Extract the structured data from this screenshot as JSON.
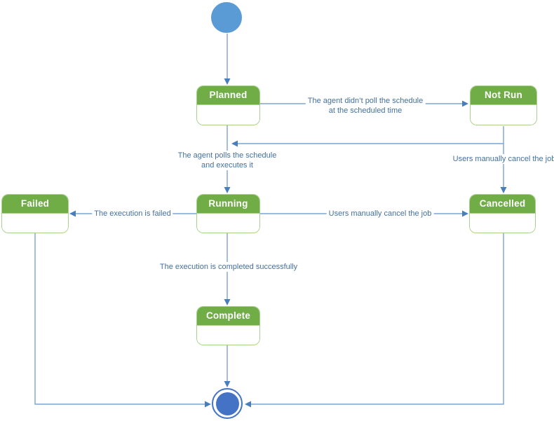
{
  "diagram_type": "uml-state-machine",
  "states": {
    "planned": "Planned",
    "not_run": "Not Run",
    "running": "Running",
    "failed": "Failed",
    "cancelled": "Cancelled",
    "complete": "Complete"
  },
  "nodes": {
    "initial": "initial-state",
    "final": "final-state"
  },
  "transitions": {
    "start_planned": {
      "from": "start",
      "to": "Planned"
    },
    "planned_not_run": {
      "from": "Planned",
      "to": "Not Run",
      "label_line1": "The agent didn’t poll the schedule",
      "label_line2": "at the scheduled time"
    },
    "planned_running": {
      "from": "Planned",
      "to": "Running",
      "label_line1": "The agent polls the schedule",
      "label_line2": "and executes it"
    },
    "not_run_running_join": {
      "from": "Not Run",
      "to": "Planned-Running connector"
    },
    "not_run_cancelled": {
      "from": "Not Run",
      "to": "Cancelled",
      "label": "Users manually cancel the job"
    },
    "running_failed": {
      "from": "Running",
      "to": "Failed",
      "label": "The execution is failed"
    },
    "running_cancelled": {
      "from": "Running",
      "to": "Cancelled",
      "label": "Users manually cancel the job"
    },
    "running_complete": {
      "from": "Running",
      "to": "Complete",
      "label": "The execution is completed successfully"
    },
    "complete_end": {
      "from": "Complete",
      "to": "end"
    },
    "failed_end": {
      "from": "Failed",
      "to": "end"
    },
    "cancelled_end": {
      "from": "Cancelled",
      "to": "end"
    }
  },
  "colors": {
    "state_fill": "#70AD47",
    "state_border": "#A9D18E",
    "state_label": "#FFFFFF",
    "connector_line": "#7BA2D4",
    "connector_arrow": "#4A7EBB",
    "label_text": "#44709D",
    "initial_node": "#5B9BD5",
    "final_node": "#4472C4"
  }
}
